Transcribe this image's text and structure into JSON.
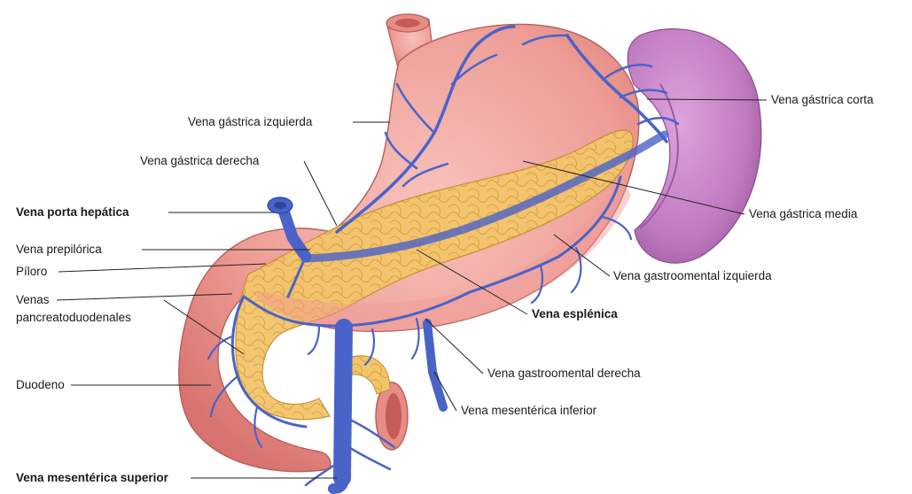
{
  "labels": {
    "vena_gastrica_izquierda": "Vena gástrica izquierda",
    "vena_gastrica_derecha": "Vena gástrica derecha",
    "vena_porta_hepatica": "Vena porta hepática",
    "vena_prepilorica": "Vena prepilórica",
    "piloro": "Píloro",
    "venas_pancreatoduodenales_1": "Venas",
    "venas_pancreatoduodenales_2": "pancreatoduodenales",
    "duodeno": "Duodeno",
    "vena_mesenterica_superior": "Vena mesentérica superior",
    "vena_gastrica_corta": "Vena gástrica corta",
    "vena_gastrica_media": "Vena gástrica media",
    "vena_gastroomental_izquierda": "Vena gastroomental izquierda",
    "vena_esplenica": "Vena esplénica",
    "vena_gastroomental_derecha": "Vena gastroomental derecha",
    "vena_mesenterica_inferior": "Vena mesentérica inferior"
  },
  "colors": {
    "stomach": "#ef9a94",
    "stomach_shade": "#d9706c",
    "spleen": "#c07ac0",
    "spleen_shade": "#a05aa5",
    "pancreas": "#f3c56a",
    "vein": "#4a63c9",
    "vein_dark": "#2f43a0",
    "leader": "#222222"
  }
}
